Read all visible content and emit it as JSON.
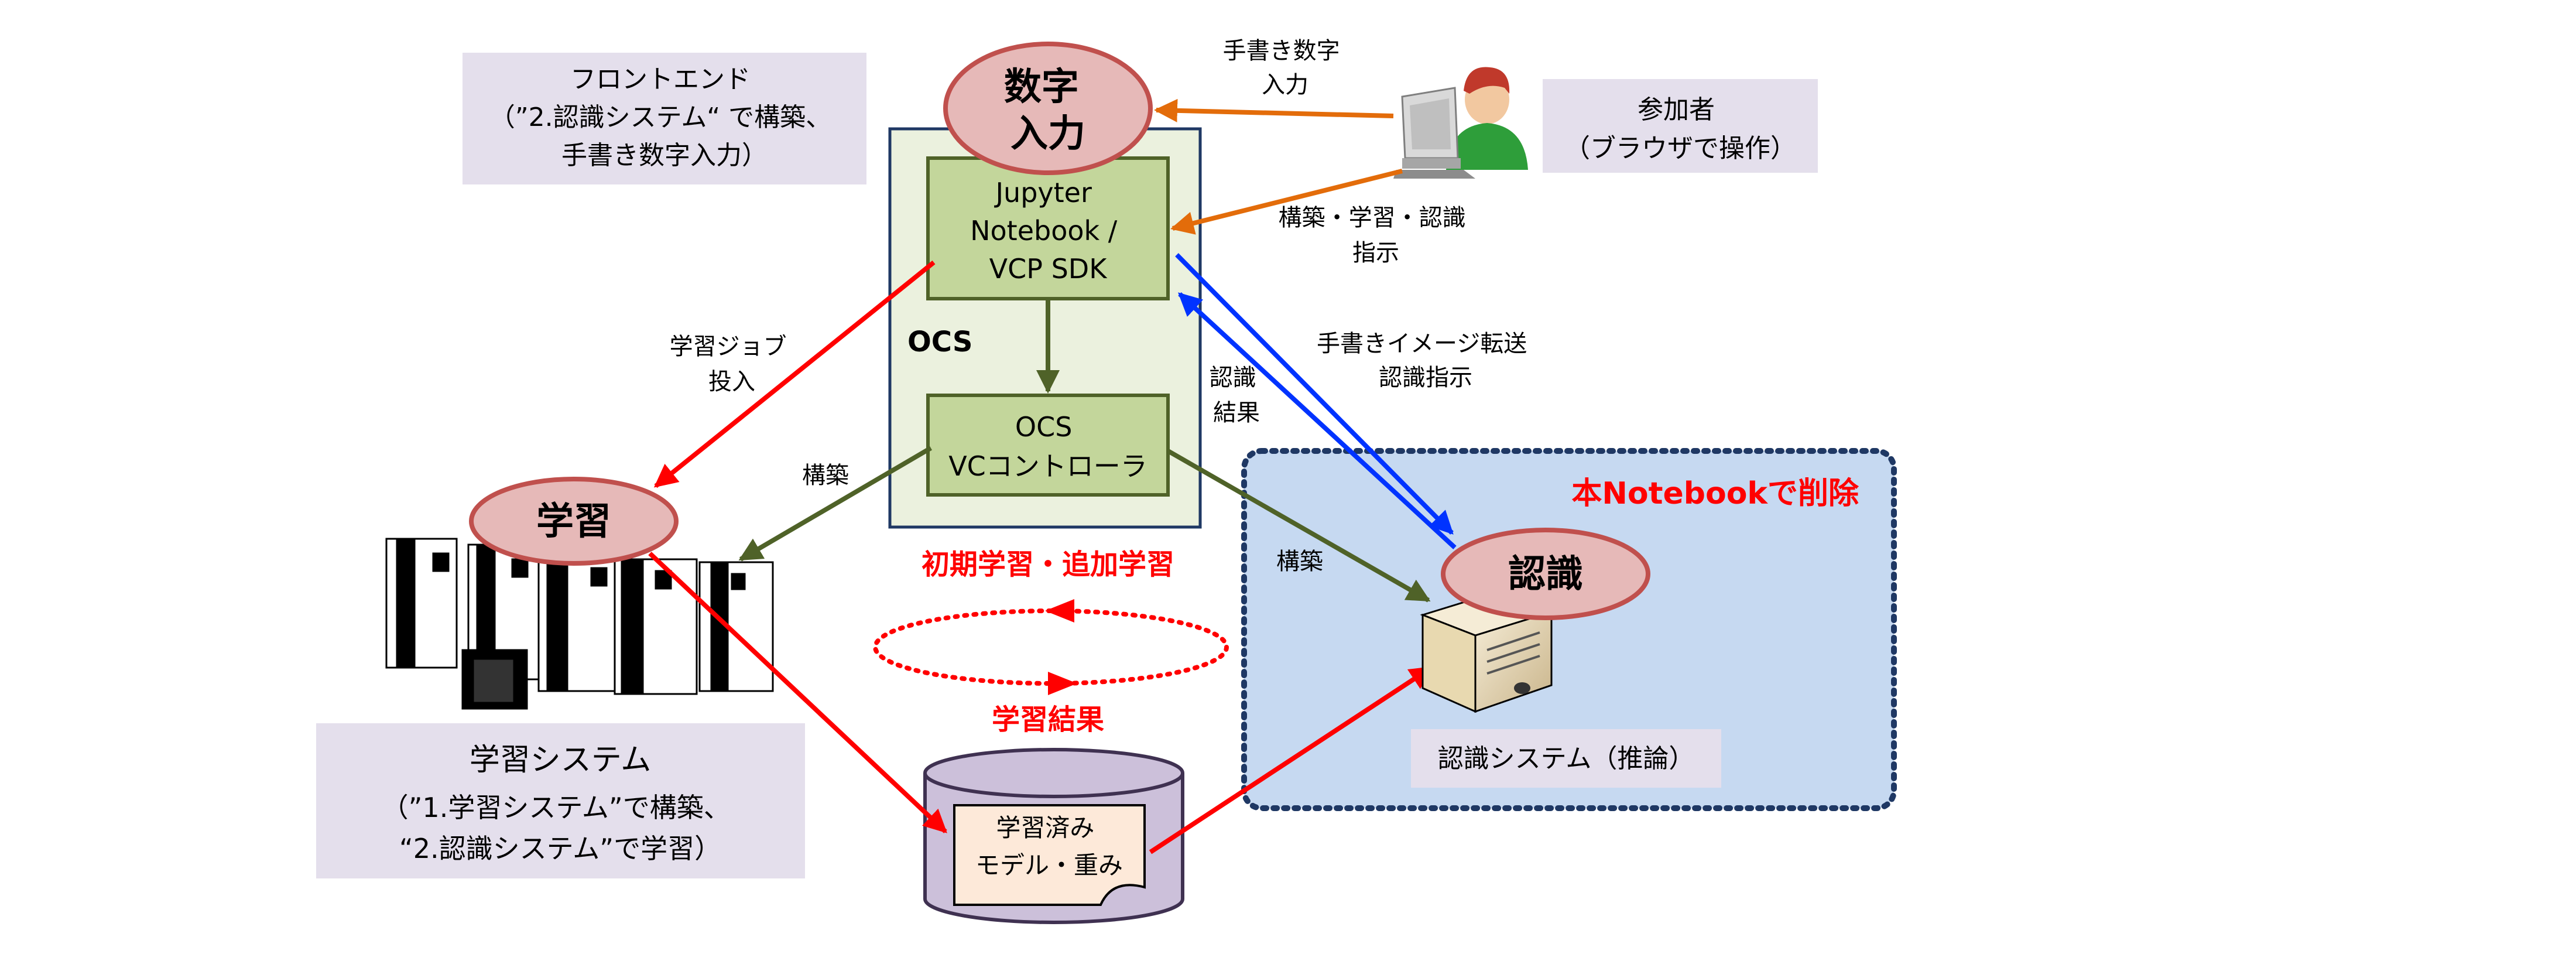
{
  "frontend_box": {
    "line1": "フロントエンド",
    "line2": "（”2.認識システム“ で構築、",
    "line3": "手書き数字入力）"
  },
  "participant_box": {
    "line1": "参加者",
    "line2": "（ブラウザで操作）"
  },
  "digit_input_ellipse": {
    "line1": "数字",
    "line2": "入力"
  },
  "jupyter_box": {
    "line1": "Jupyter",
    "line2": "Notebook /",
    "line3": "VCP SDK"
  },
  "ocs_label": "OCS",
  "ocs_vc_box": {
    "line1": "OCS",
    "line2": "VCコントローラ"
  },
  "learning_ellipse": "学習",
  "recognition_ellipse": "認識",
  "recognition_region_title": "本Notebookで削除",
  "recognition_system_label": "認識システム（推論）",
  "learning_system_box": {
    "line1": "学習システム",
    "line2": "（”1.学習システム”で構築、",
    "line3": "“2.認識システム”で学習）"
  },
  "model_doc": {
    "line1": "学習済み",
    "line2": "モデル・重み"
  },
  "labels": {
    "handwritten_input_1": "手書き数字",
    "handwritten_input_2": "入力",
    "build_instruct_1": "構築・学習・認識",
    "build_instruct_2": "指示",
    "transfer_1": "手書きイメージ転送",
    "transfer_2": "認識指示",
    "result_1": "認識",
    "result_2": "結果",
    "job_1": "学習ジョブ",
    "job_2": "投入",
    "build_left": "構築",
    "build_right": "構築",
    "initial_learning": "初期学習・追加学習",
    "learning_result": "学習結果"
  },
  "colors": {
    "orange_arrow": "#e36c0a",
    "red_arrow": "#ff0000",
    "blue_arrow": "#0033ff",
    "green_arrow": "#4f6228",
    "ellipse_fill": "#e6b9b8",
    "ellipse_stroke": "#c0504d",
    "green_box_fill": "#c3d69b",
    "green_box_stroke": "#4f6228",
    "ocs_panel_fill": "#ebf1de",
    "ocs_panel_stroke": "#1f3864",
    "recognition_region_fill": "#c6d9f1",
    "recognition_region_stroke": "#1f3864",
    "note_box_fill": "#e4dfec",
    "cylinder_fill": "#ccc0da",
    "cylinder_stroke": "#3f3151",
    "doc_fill": "#fde9d9",
    "red_text": "#ff0000"
  },
  "icons": [
    "person-at-computer-icon",
    "supercomputer-racks-icon",
    "server-icon",
    "database-cylinder-icon"
  ]
}
